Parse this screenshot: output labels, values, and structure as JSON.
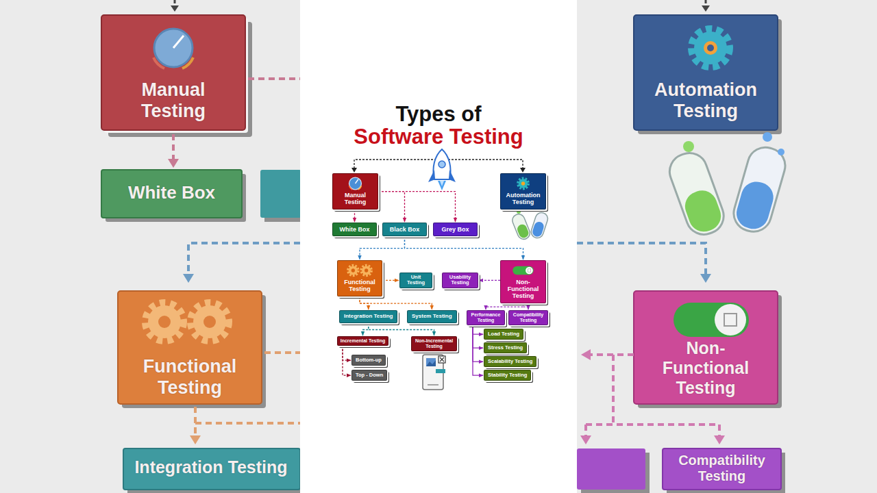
{
  "diagram": {
    "title": "Types of Software Testing",
    "nodes": [
      {
        "text": [
          "Manual Testing"
        ]
      },
      {
        "text": [
          "Automation Testing"
        ]
      },
      {
        "text": [
          "White Box"
        ]
      },
      {
        "text": [
          "Black Box"
        ]
      },
      {
        "text": [
          "Grey Box"
        ]
      },
      {
        "text": [
          "Functional Testing"
        ]
      },
      {
        "text": [
          "Unit Testing"
        ]
      },
      {
        "text": [
          "Usability Testing"
        ]
      },
      {
        "text": [
          "Non-Functional Testing"
        ]
      },
      {
        "text": [
          "Integration Testing"
        ]
      },
      {
        "text": [
          "System Testing"
        ]
      },
      {
        "text": [
          "Performance Testing"
        ]
      },
      {
        "text": [
          "Compatibility Testing"
        ]
      },
      {
        "text": [
          "Incremental Testing"
        ]
      },
      {
        "text": [
          "Non-Incremental Testing"
        ]
      },
      {
        "text": [
          "Bottom-up"
        ]
      },
      {
        "text": [
          "Top - Down"
        ]
      },
      {
        "text": [
          "Load Testing"
        ]
      },
      {
        "text": [
          "Stress Testing"
        ]
      },
      {
        "text": [
          "Scalability Testing"
        ]
      },
      {
        "text": [
          "Stability Testing"
        ]
      }
    ],
    "edges": [
      {
        "from": 0,
        "to": 2,
        "arrow": "to"
      },
      {
        "from": 0,
        "to": 3,
        "arrow": "to"
      },
      {
        "from": 0,
        "to": 4,
        "arrow": "to"
      },
      {
        "from": 3,
        "to": 5,
        "arrow": "to"
      },
      {
        "from": 3,
        "to": 8,
        "arrow": "to"
      },
      {
        "from": 5,
        "to": 6,
        "arrow": "to"
      },
      {
        "from": 8,
        "to": 7,
        "arrow": "to"
      },
      {
        "from": 5,
        "to": 9,
        "arrow": "to"
      },
      {
        "from": 5,
        "to": 10,
        "arrow": "to"
      },
      {
        "from": 8,
        "to": 11,
        "arrow": "to"
      },
      {
        "from": 8,
        "to": 12,
        "arrow": "to"
      },
      {
        "from": 9,
        "to": 13,
        "arrow": "to"
      },
      {
        "from": 9,
        "to": 14,
        "arrow": "to"
      },
      {
        "from": 13,
        "to": 15,
        "arrow": "to"
      },
      {
        "from": 13,
        "to": 16,
        "arrow": "to"
      },
      {
        "from": 11,
        "to": 17,
        "arrow": "to"
      },
      {
        "from": 11,
        "to": 18,
        "arrow": "to"
      },
      {
        "from": 11,
        "to": 19,
        "arrow": "to"
      },
      {
        "from": 11,
        "to": 20,
        "arrow": "to"
      }
    ],
    "labels": [
      "Manual Testing",
      "White Box",
      "Functional Testing",
      "Integration Testing",
      "Automation Testing",
      "Non-Functional Testing",
      "Compatibility Testing"
    ]
  }
}
